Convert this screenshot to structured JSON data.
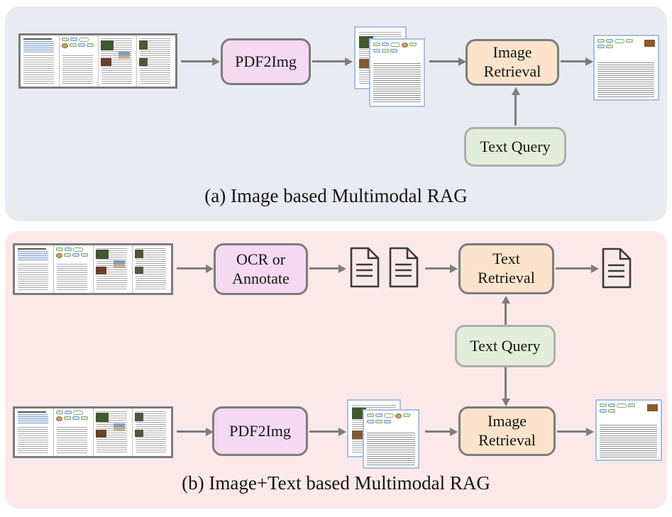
{
  "figure": {
    "panel_a": {
      "caption": "(a) Image based Multimodal RAG",
      "nodes": {
        "pdf2img": "PDF2Img",
        "image_retrieval": "Image\nRetrieval",
        "text_query": "Text Query"
      }
    },
    "panel_b": {
      "caption": "(b) Image+Text based Multimodal RAG",
      "nodes": {
        "ocr_or_annotate": "OCR or\nAnnotate",
        "text_retrieval": "Text\nRetrieval",
        "text_query": "Text Query",
        "pdf2img": "PDF2Img",
        "image_retrieval": "Image\nRetrieval"
      }
    },
    "colors": {
      "panel_a_bg": "#e8ebf1",
      "panel_b_bg": "#fbe9ea",
      "process_node_fill": "#f4d9f1",
      "retrieval_node_fill": "#fbe4cb",
      "query_node_fill": "#e2eed9",
      "node_border": "#7c7c7c",
      "arrow": "#7d7d7d",
      "page_thumbnail_border": "#a8bee2"
    }
  }
}
